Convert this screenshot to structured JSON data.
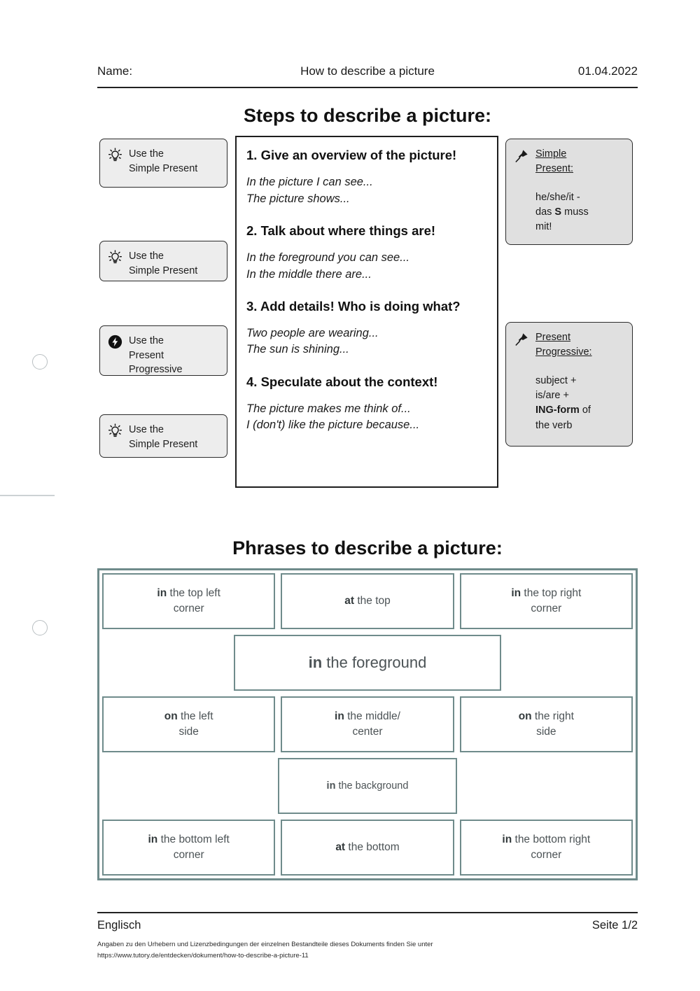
{
  "header": {
    "name_label": "Name:",
    "title": "How to describe a picture",
    "date": "01.04.2022"
  },
  "sections": {
    "steps_title": "Steps to describe a picture:",
    "phrases_title": "Phrases to describe a picture:"
  },
  "tips": [
    {
      "icon": "lightbulb-icon",
      "text": "Use the\nSimple Present"
    },
    {
      "icon": "lightbulb-icon",
      "text": "Use the\nSimple Present"
    },
    {
      "icon": "lightning-bolt-icon",
      "text": "Use the\nPresent\nProgressive"
    },
    {
      "icon": "lightbulb-icon",
      "text": "Use the\nSimple Present"
    }
  ],
  "steps": [
    {
      "heading": "1. Give an overview of the picture!",
      "examples": "In the picture I can see...\nThe picture shows..."
    },
    {
      "heading": "2. Talk about where things are!",
      "examples": "In the foreground you can see...\nIn the middle there are..."
    },
    {
      "heading": "3. Add details! Who is doing what?",
      "examples": "Two people are wearing...\nThe sun is shining..."
    },
    {
      "heading": "4. Speculate about the context!",
      "examples": "The picture makes me think of...\nI (don't) like the picture because..."
    }
  ],
  "notes": [
    {
      "icon": "pushpin-icon",
      "title": "Simple\nPresent:",
      "body_pre": "he/she/it -\ndas ",
      "body_bold": "S",
      "body_post": " muss\nmit!"
    },
    {
      "icon": "pushpin-icon",
      "title": "Present\nProgressive:",
      "body_pre": "subject +\nis/are +\n",
      "body_bold": "ING-form",
      "body_post": " of\nthe verb"
    }
  ],
  "phrases_grid": {
    "rows": [
      {
        "type": "three",
        "cells": [
          {
            "bold": "in",
            "rest": " the top left\ncorner"
          },
          {
            "bold": "at",
            "rest": " the top"
          },
          {
            "bold": "in",
            "rest": " the top right\ncorner"
          }
        ]
      },
      {
        "type": "band",
        "size": "large",
        "cell": {
          "bold": "in",
          "rest": " the foreground"
        }
      },
      {
        "type": "three",
        "cells": [
          {
            "bold": "on",
            "rest": " the left\nside"
          },
          {
            "bold": "in",
            "rest": " the middle/\ncenter"
          },
          {
            "bold": "on",
            "rest": " the right\nside"
          }
        ]
      },
      {
        "type": "band",
        "size": "small",
        "cell": {
          "bold": "in",
          "rest": " the background"
        }
      },
      {
        "type": "three",
        "cells": [
          {
            "bold": "in",
            "rest": " the bottom left\ncorner"
          },
          {
            "bold": "at",
            "rest": " the bottom"
          },
          {
            "bold": "in",
            "rest": " the bottom right\ncorner"
          }
        ]
      }
    ]
  },
  "footer": {
    "subject": "Englisch",
    "page": "Seite 1/2",
    "legal": "Angaben zu den Urhebern und Lizenzbedingungen der einzelnen Bestandteile dieses Dokuments finden Sie unter\nhttps://www.tutory.de/entdecken/dokument/how-to-describe-a-picture-11"
  },
  "colors": {
    "grid_border": "#6f8b8b",
    "tip_bg": "#ededed",
    "note_bg": "#e0e0e0",
    "rule": "#222222"
  }
}
